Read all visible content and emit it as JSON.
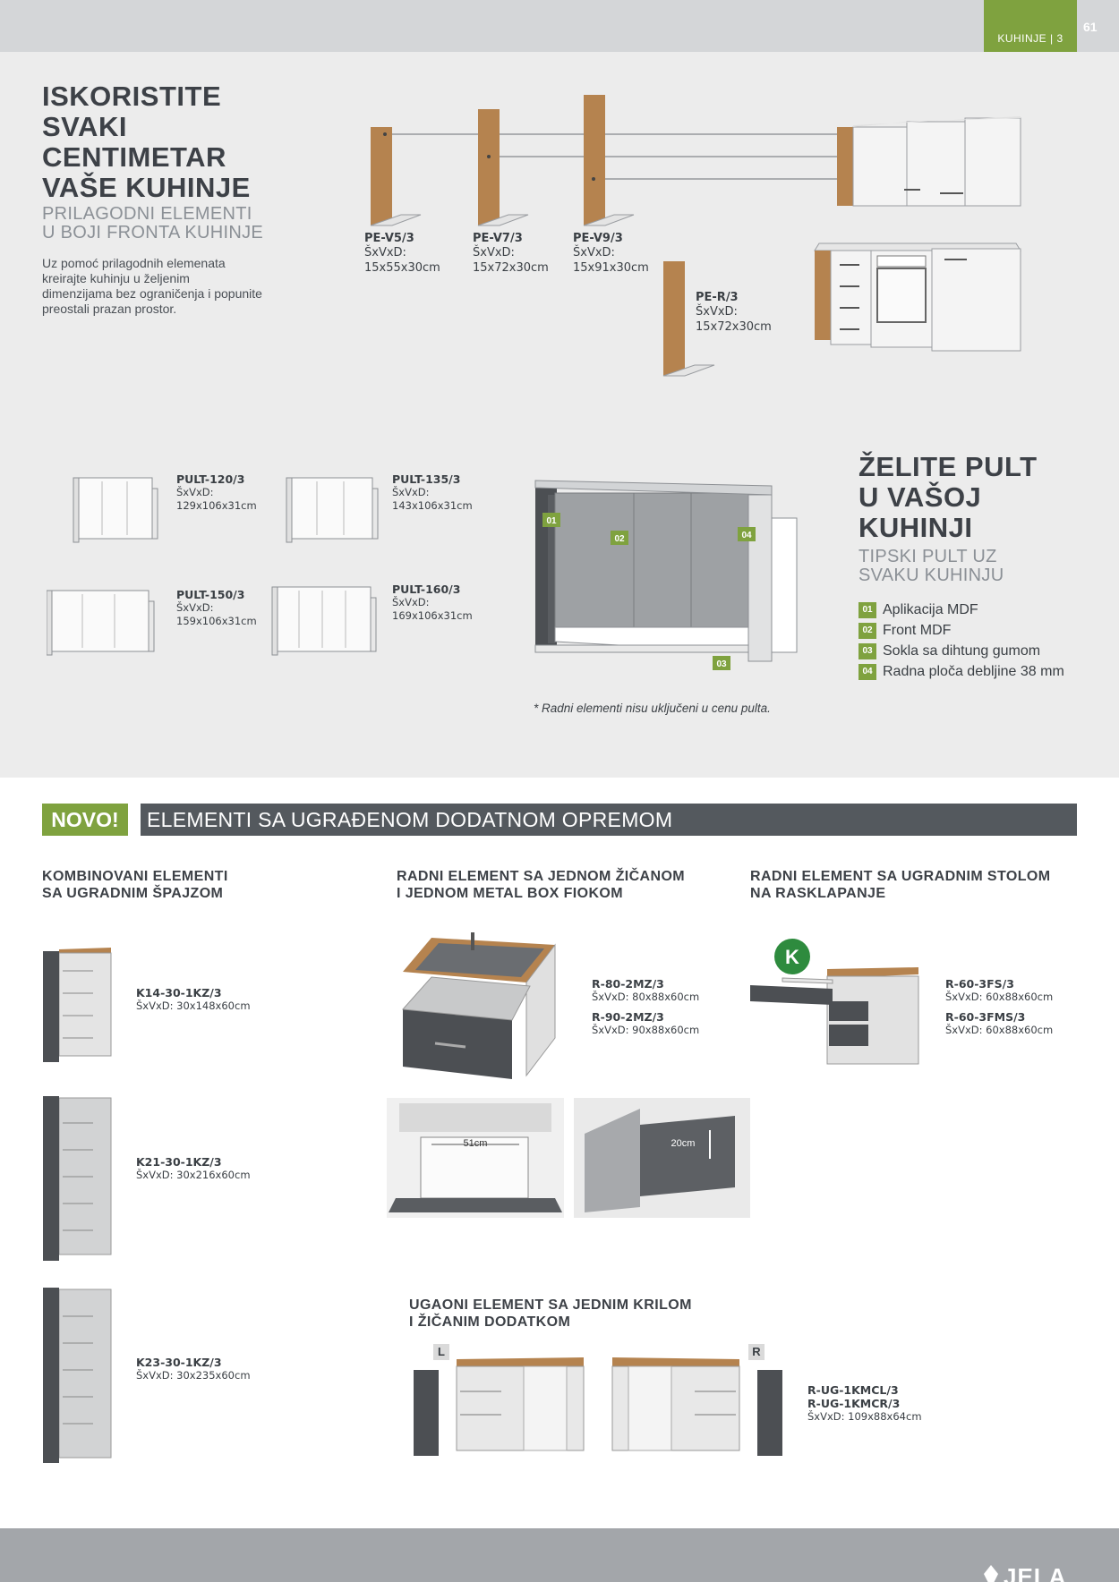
{
  "header": {
    "tab_label": "KUHINJE | 3",
    "page_number": "61"
  },
  "intro": {
    "title_lines": [
      "ISKORISTITE",
      "SVAKI",
      "CENTIMETAR",
      "VAŠE KUHINJE"
    ],
    "subtitle_lines": [
      "PRILAGODNI ELEMENTI",
      "U BOJI FRONTA KUHINJE"
    ],
    "body_lines": [
      "Uz pomoć prilagodnih elemenata",
      "kreirajte kuhinju u željenim",
      "dimenzijama bez ograničenja i popunite",
      "preostali prazan prostor."
    ]
  },
  "panels": [
    {
      "code": "PE-V5/3",
      "dim_label": "ŠxVxD:",
      "dim": "15x55x30cm"
    },
    {
      "code": "PE-V7/3",
      "dim_label": "ŠxVxD:",
      "dim": "15x72x30cm"
    },
    {
      "code": "PE-V9/3",
      "dim_label": "ŠxVxD:",
      "dim": "15x91x30cm"
    },
    {
      "code": "PE-R/3",
      "dim_label": "ŠxVxD:",
      "dim": "15x72x30cm"
    }
  ],
  "pults": [
    {
      "code": "PULT-120/3",
      "dim_label": "ŠxVxD:",
      "dim": "129x106x31cm"
    },
    {
      "code": "PULT-135/3",
      "dim_label": "ŠxVxD:",
      "dim": "143x106x31cm"
    },
    {
      "code": "PULT-150/3",
      "dim_label": "ŠxVxD:",
      "dim": "159x106x31cm"
    },
    {
      "code": "PULT-160/3",
      "dim_label": "ŠxVxD:",
      "dim": "169x106x31cm"
    }
  ],
  "pult_section": {
    "title_lines": [
      "ŽELITE PULT",
      "U VAŠOJ",
      "KUHINJI"
    ],
    "subtitle_lines": [
      "TIPSKI PULT UZ",
      "SVAKU KUHINJU"
    ],
    "legend": [
      {
        "num": "01",
        "label": "Aplikacija MDF"
      },
      {
        "num": "02",
        "label": "Front MDF"
      },
      {
        "num": "03",
        "label": "Sokla sa dihtung gumom"
      },
      {
        "num": "04",
        "label": "Radna ploča debljine 38 mm"
      }
    ],
    "note": "* Radni elementi nisu uključeni u cenu pulta."
  },
  "novo": {
    "badge": "NOVO!",
    "banner": "ELEMENTI SA UGRAĐENOM DODATNOM OPREMOM"
  },
  "col1": {
    "title_lines": [
      "KOMBINOVANI ELEMENTI",
      "SA UGRADNIM ŠPAJZOM"
    ],
    "items": [
      {
        "code": "K14-30-1KZ/3",
        "dim": "ŠxVxD: 30x148x60cm"
      },
      {
        "code": "K21-30-1KZ/3",
        "dim": "ŠxVxD: 30x216x60cm"
      },
      {
        "code": "K23-30-1KZ/3",
        "dim": "ŠxVxD: 30x235x60cm"
      }
    ]
  },
  "col2": {
    "title_lines": [
      "RADNI ELEMENT SA JEDNOM ŽIČANOM",
      "I JEDNOM METAL BOX FIOKOM"
    ],
    "items": [
      {
        "code": "R-80-2MZ/3",
        "dim": "ŠxVxD: 80x88x60cm"
      },
      {
        "code": "R-90-2MZ/3",
        "dim": "ŠxVxD: 90x88x60cm"
      }
    ],
    "detail_labels": [
      "51cm",
      "20cm"
    ]
  },
  "col3": {
    "title_lines": [
      "RADNI ELEMENT SA UGRADNIM STOLOM",
      "NA RASKLAPANJE"
    ],
    "items": [
      {
        "code": "R-60-3FS/3",
        "dim": "ŠxVxD: 60x88x60cm"
      },
      {
        "code": "R-60-3FMS/3",
        "dim": "ŠxVxD: 60x88x60cm"
      }
    ]
  },
  "corner": {
    "title_lines": [
      "UGAONI ELEMENT SA JEDNIM KRILOM",
      "I ŽIČANIM DODATKOM"
    ],
    "left_tag": "L",
    "right_tag": "R",
    "codes": [
      "R-UG-1KMCL/3",
      "R-UG-1KMCR/3"
    ],
    "dim": "ŠxVxD: 109x88x64cm"
  },
  "footer": {
    "logo": "JELA"
  },
  "colors": {
    "accent": "#7fa23f",
    "dark_banner": "#54595e",
    "wood": "#b5834f",
    "cabinet_dark": "#4c4f53"
  }
}
